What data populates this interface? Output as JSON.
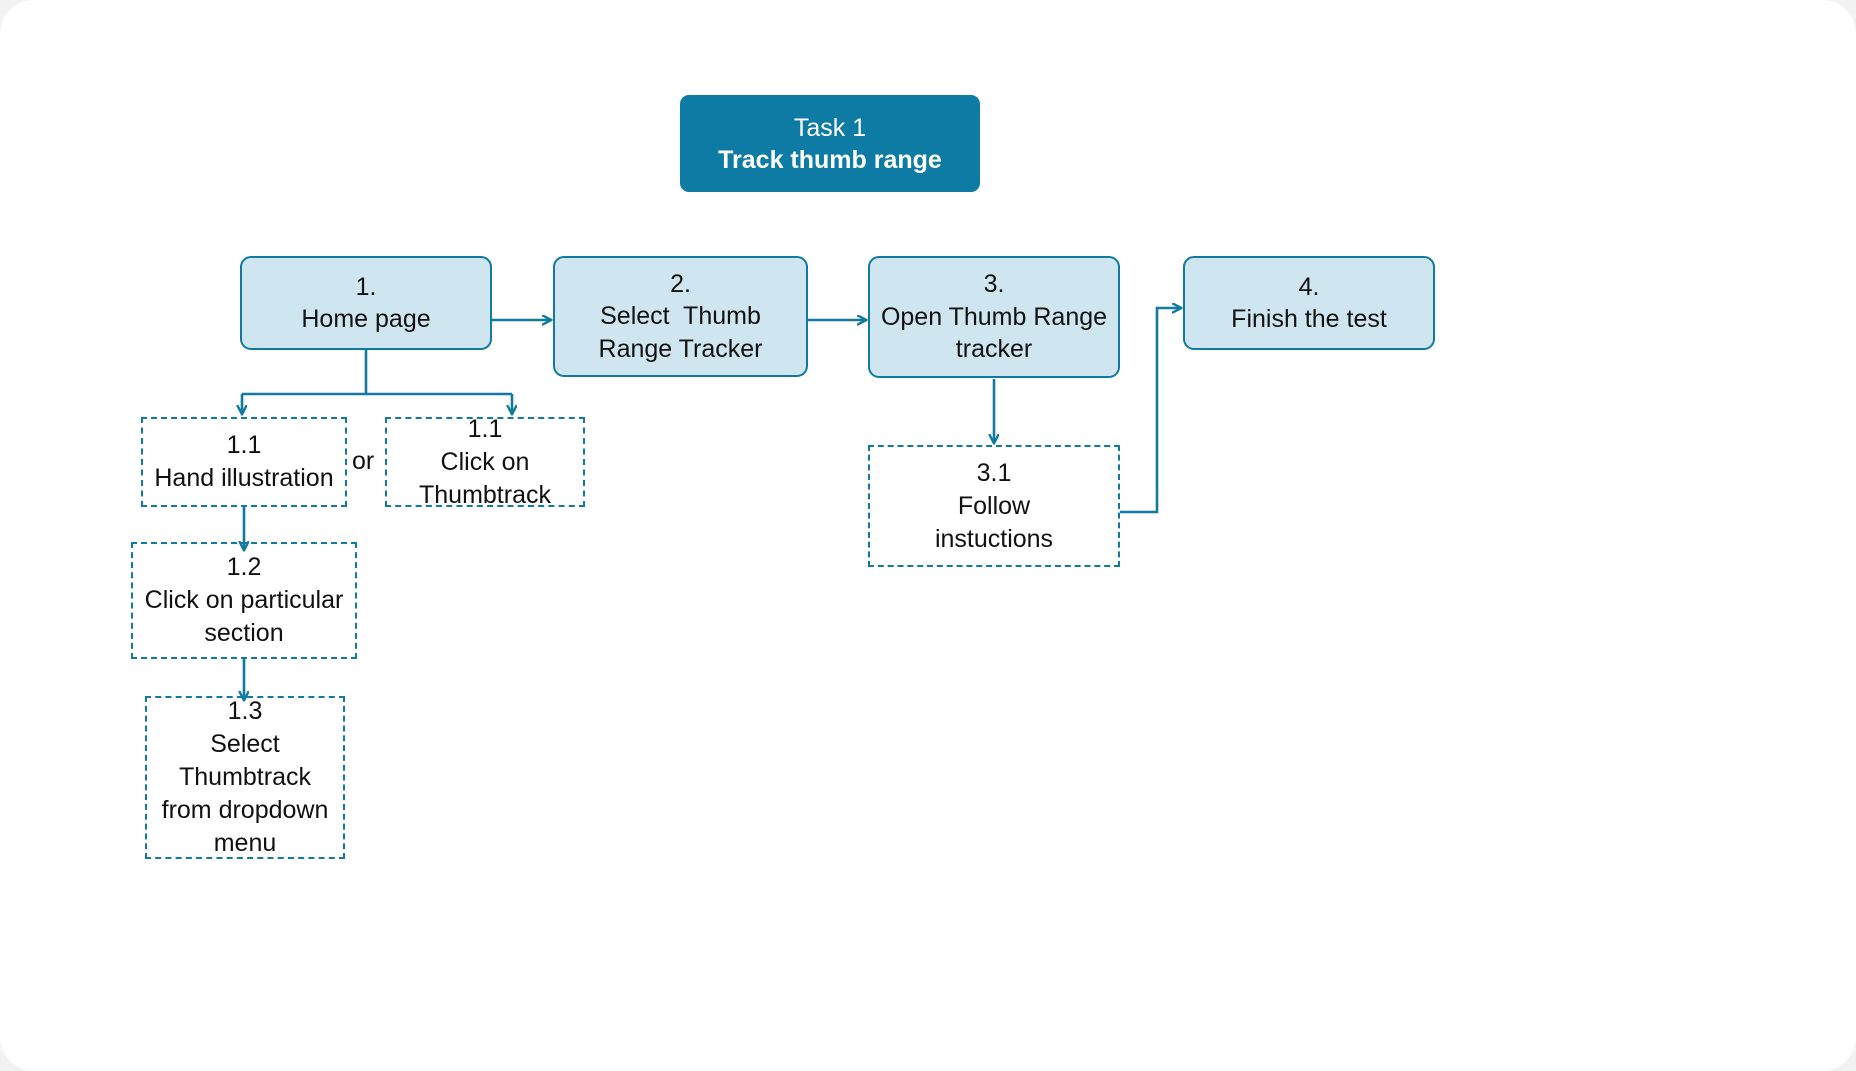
{
  "diagram": {
    "title_box": {
      "line1": "Task 1",
      "line2": "Track thumb range",
      "fill": "#0e7ba4",
      "text_color": "#ffffff"
    },
    "colors": {
      "accent": "#1279a1",
      "box_fill": "#cfe6f1",
      "title_fill": "#0e7ba4",
      "text": "#111111",
      "page_bg": "#ffffff"
    },
    "or_label": "or",
    "main_steps": [
      {
        "id": "step1",
        "number": "1.",
        "line2": "Home page",
        "line3": "",
        "line4": "",
        "line5": ""
      },
      {
        "id": "step2",
        "number": "2.",
        "line2": "Select  Thumb",
        "line3": "Range Tracker",
        "line4": "",
        "line5": ""
      },
      {
        "id": "step3",
        "number": "3.",
        "line2": "Open Thumb Range",
        "line3": "tracker",
        "line4": "",
        "line5": ""
      },
      {
        "id": "step4",
        "number": "4.",
        "line2": "Finish the test",
        "line3": "",
        "line4": "",
        "line5": ""
      }
    ],
    "sub_steps": [
      {
        "id": "step1_1a",
        "number": "1.1",
        "line2": "Hand illustration",
        "line3": "",
        "line4": "",
        "line5": ""
      },
      {
        "id": "step1_1b",
        "number": "1.1",
        "line2": "Click on",
        "line3": "Thumbtrack",
        "line4": "",
        "line5": ""
      },
      {
        "id": "step1_2",
        "number": "1.2",
        "line2": "Click on particular",
        "line3": "section",
        "line4": "",
        "line5": ""
      },
      {
        "id": "step1_3",
        "number": "1.3",
        "line2": "Select",
        "line3": "Thumbtrack",
        "line4": "from dropdown",
        "line5": "menu"
      },
      {
        "id": "step3_1",
        "number": "3.1",
        "line2": "Follow",
        "line3": "instuctions",
        "line4": "",
        "line5": ""
      }
    ]
  }
}
